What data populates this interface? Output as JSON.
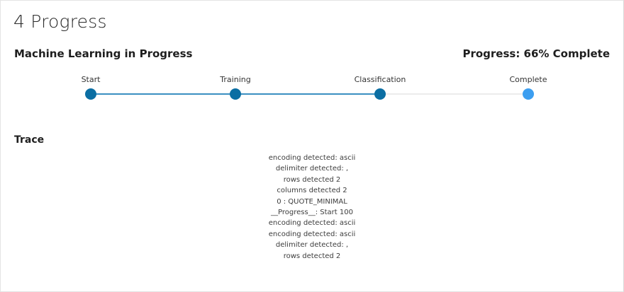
{
  "page": {
    "title": "4 Progress"
  },
  "header": {
    "section_title": "Machine Learning in Progress",
    "progress_text": "Progress: 66% Complete"
  },
  "stepper": {
    "progress_fraction": 0.66,
    "steps": [
      {
        "label": "Start",
        "state": "complete"
      },
      {
        "label": "Training",
        "state": "complete"
      },
      {
        "label": "Classification",
        "state": "complete"
      },
      {
        "label": "Complete",
        "state": "pending"
      }
    ],
    "colors": {
      "complete": "#0b6ea3",
      "pending": "#3c9ef0",
      "track": "#ececec",
      "fill": "#3a8fc1"
    }
  },
  "trace": {
    "title": "Trace",
    "lines": [
      "encoding detected: ascii",
      "delimiter detected: ,",
      "rows detected 2",
      "columns detected 2",
      "0 : QUOTE_MINIMAL",
      "__Progress__: Start 100",
      "encoding detected: ascii",
      "encoding detected: ascii",
      "delimiter detected: ,",
      "rows detected 2"
    ]
  }
}
